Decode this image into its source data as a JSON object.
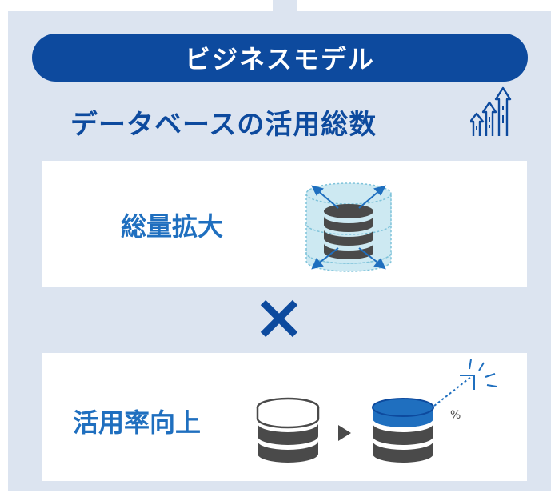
{
  "header": {
    "title": "ビジネスモデル"
  },
  "headline": "データベースの活用総数",
  "cards": [
    {
      "label": "総量拡大"
    },
    {
      "label": "活用率向上"
    }
  ],
  "operator": "×",
  "colors": {
    "panel": "#dce4f0",
    "primary": "#0d4a9e",
    "label": "#1f6fbf",
    "db_gray": "#4a4a4a",
    "db_blue": "#1f6fbf"
  },
  "icons": [
    "rising-arrows-icon",
    "database-expand-icon",
    "multiply-icon",
    "database-outline-icon",
    "play-triangle-icon",
    "database-blue-icon",
    "percent-up-arrow-icon"
  ]
}
